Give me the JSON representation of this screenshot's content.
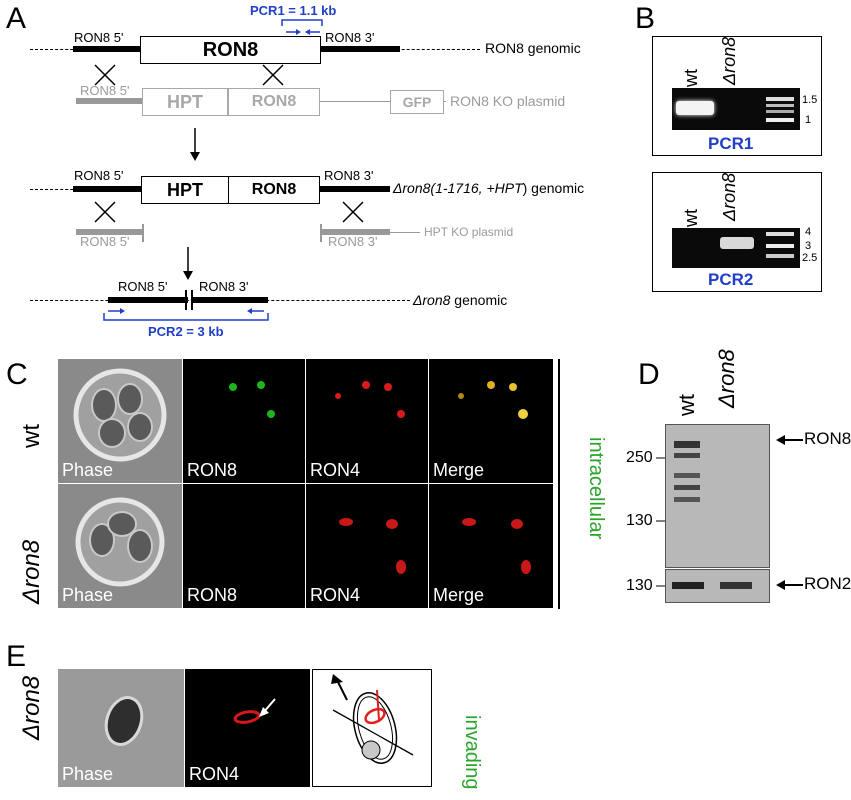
{
  "panels": {
    "a": "A",
    "b": "B",
    "c": "C",
    "d": "D",
    "e": "E"
  },
  "panelA": {
    "pcr1": "PCR1 = 1.1 kb",
    "ron8_5": "RON8 5'",
    "ron8_3": "RON8 3'",
    "ron8": "RON8",
    "ron8_genomic": "RON8 genomic",
    "hpt": "HPT",
    "gfp": "GFP",
    "ko_plasmid": "RON8 KO plasmid",
    "delta_genomic_a": "Δron8(1-1716, +HPT",
    "delta_genomic_b": ") genomic",
    "hpt_ko_plasmid": "HPT KO plasmid",
    "delta_ron8": "Δron8",
    "genomic": " genomic",
    "pcr2": "PCR2 = 3 kb"
  },
  "panelB": {
    "wt": "wt",
    "delta": "Δron8",
    "pcr1": "PCR1",
    "pcr2": "PCR2",
    "ladder1": [
      "1.5",
      "1"
    ],
    "ladder2": [
      "4",
      "3",
      "2.5"
    ]
  },
  "panelC": {
    "wt": "wt",
    "delta": "Δron8",
    "tiles": [
      "Phase",
      "RON8",
      "RON4",
      "Merge"
    ],
    "side": "intracellular"
  },
  "panelD": {
    "wt": "wt",
    "delta": "Δron8",
    "markers": [
      "250",
      "130",
      "130"
    ],
    "ron8": "RON8",
    "ron2": "RON2"
  },
  "panelE": {
    "delta": "Δron8",
    "tiles": [
      "Phase",
      "RON4"
    ],
    "side": "invading"
  },
  "colors": {
    "blue": "#1f3fc8",
    "green": "#2aa52a",
    "red": "#e0201c"
  }
}
